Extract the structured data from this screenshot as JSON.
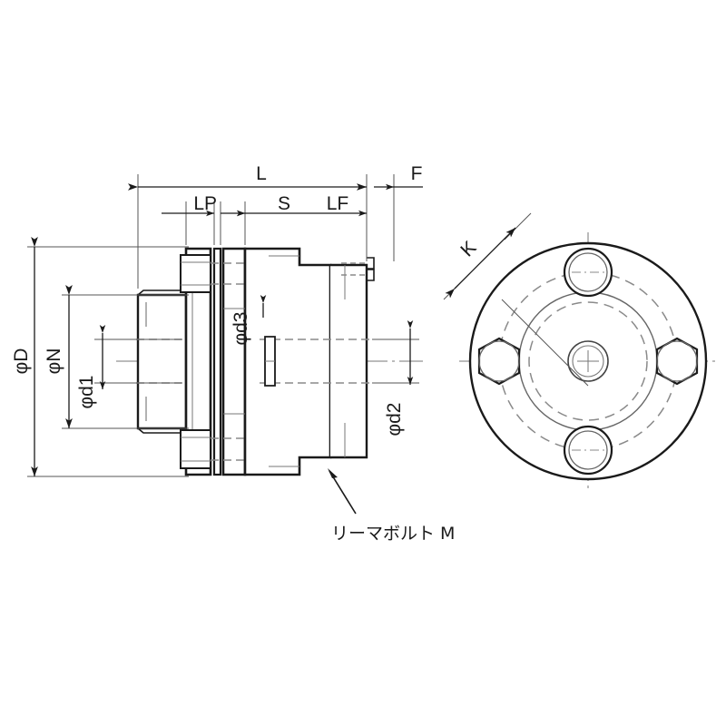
{
  "drawing": {
    "title": "flange-coupling-technical-drawing",
    "background_color": "#ffffff",
    "line_color": "#1a1a1a",
    "thin_line_color": "#555555",
    "center_line_color": "#777777",
    "hidden_line_color": "#888888"
  },
  "section_view": {
    "name": "cross-section-side-view",
    "dimensions": {
      "overall_length": "L",
      "flange_face": "F",
      "hub_length_left": "LP",
      "gap": "S",
      "flange_length_right": "LF",
      "outer_diameter": "φD",
      "bolt_circle_diameter": "φN",
      "bore_left": "φd1",
      "bore_right": "φd2",
      "hub_diameter": "φd3"
    },
    "callout": {
      "label": "リーマボルト M"
    }
  },
  "front_view": {
    "name": "front-circular-view",
    "dimensions": {
      "bolt_spacing": "K"
    },
    "bolt_count": 4,
    "bolt_angles_deg": [
      0,
      90,
      180,
      270
    ]
  }
}
